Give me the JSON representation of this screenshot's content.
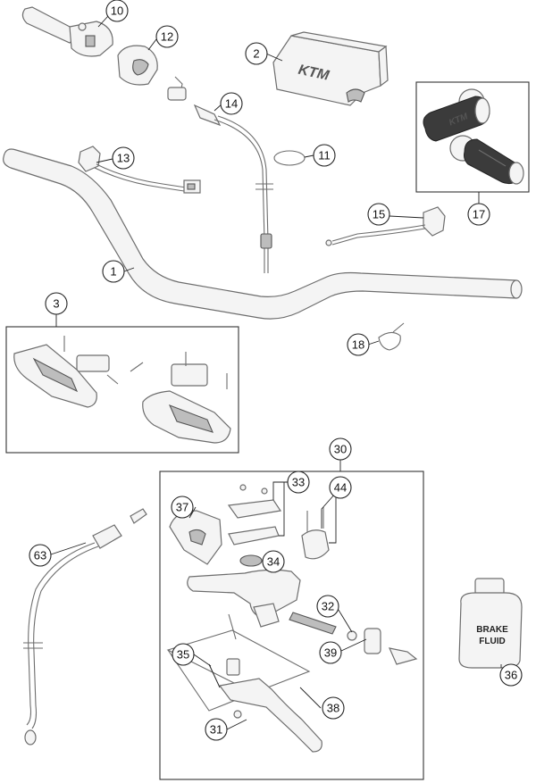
{
  "callouts": {
    "c1": "1",
    "c2": "2",
    "c3": "3",
    "c10": "10",
    "c11": "11",
    "c12": "12",
    "c13": "13",
    "c14": "14",
    "c15": "15",
    "c17": "17",
    "c18": "18",
    "c30": "30",
    "c31": "31",
    "c32": "32",
    "c33": "33",
    "c34": "34",
    "c35": "35",
    "c36": "36",
    "c37": "37",
    "c38": "38",
    "c39": "39",
    "c44": "44",
    "c63": "63"
  },
  "labels": {
    "pad_logo": "KTM",
    "grip_logo": "KTM",
    "fluid_line1": "BRAKE",
    "fluid_line2": "FLUID"
  }
}
